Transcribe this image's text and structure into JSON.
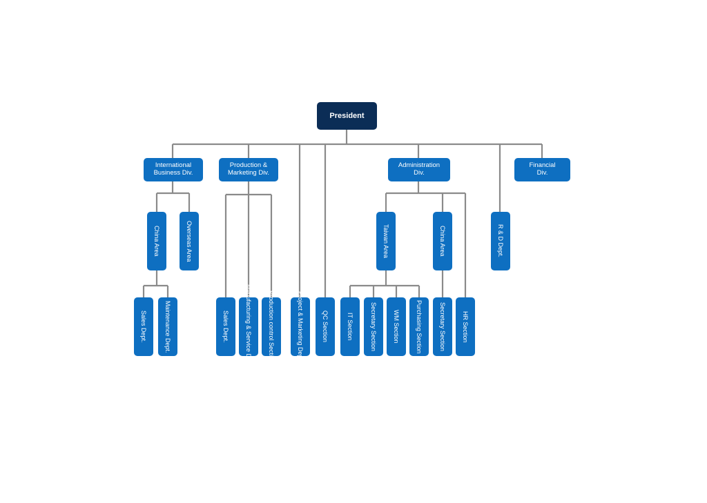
{
  "colors": {
    "top": "#0b2d56",
    "node": "#0e6fc1",
    "line": "#8a8a8a"
  },
  "nodes": [
    {
      "id": "president",
      "label": "President"
    },
    {
      "id": "intl",
      "label": "International\nBusiness Div."
    },
    {
      "id": "prod",
      "label": "Production &\nMarketing Div."
    },
    {
      "id": "admin",
      "label": "Administration\nDiv."
    },
    {
      "id": "fin",
      "label": "Financial\nDiv."
    },
    {
      "id": "china1",
      "label": "China Area"
    },
    {
      "id": "overseas",
      "label": "Overseas Area"
    },
    {
      "id": "taiwan",
      "label": "Taiwan Area"
    },
    {
      "id": "china2",
      "label": "China Area"
    },
    {
      "id": "rd",
      "label": "R & D Dept."
    },
    {
      "id": "sales1",
      "label": "Sales Dept."
    },
    {
      "id": "maint",
      "label": "Maintenance\nDept."
    },
    {
      "id": "sales2",
      "label": "Sales Dept."
    },
    {
      "id": "manuf",
      "label": "Manufacturing\n& Service Dept."
    },
    {
      "id": "prodctl",
      "label": "Production\ncontrol Section"
    },
    {
      "id": "project",
      "label": "Project &\nMarketing Dept."
    },
    {
      "id": "qc",
      "label": "QC Section"
    },
    {
      "id": "it",
      "label": "IT Section"
    },
    {
      "id": "sec1",
      "label": "Secretary\nSection"
    },
    {
      "id": "wm",
      "label": "WM Section"
    },
    {
      "id": "purch",
      "label": "Purchasing\nSection"
    },
    {
      "id": "sec2",
      "label": "Secretary\nSection"
    },
    {
      "id": "hr",
      "label": "HR Section"
    }
  ]
}
